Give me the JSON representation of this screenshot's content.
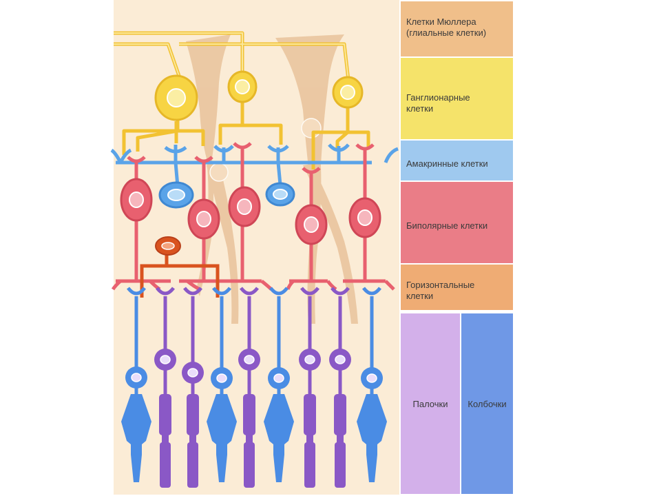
{
  "colors": {
    "background": "#fbecd6",
    "muller": "#f0bf8a",
    "ganglion": "#f5e36a",
    "amacrine": "#9fc9ef",
    "bipolar": "#ea7d87",
    "horizontal": "#efac74",
    "rods": "#d3b0ea",
    "cones": "#6f98e6",
    "ganglion_cell": "#f7d443",
    "amacrine_cell": "#5aa3e8",
    "bipolar_cell": "#e8606f",
    "horizontal_cell": "#d9531f",
    "rod_cell": "#8a58c6",
    "cone_cell": "#4a8ce4",
    "muller_cell": "#e6bd93"
  },
  "legend": {
    "muller": "Клетки Мюллера\n(глиальные клетки)",
    "ganglion": "Ганглионарные\nклетки",
    "amacrine": "Амакринные клетки",
    "bipolar": "Биполярные клетки",
    "horizontal": "Горизонтальные\nклетки",
    "rods": "Палочки",
    "cones": "Колбочки"
  }
}
